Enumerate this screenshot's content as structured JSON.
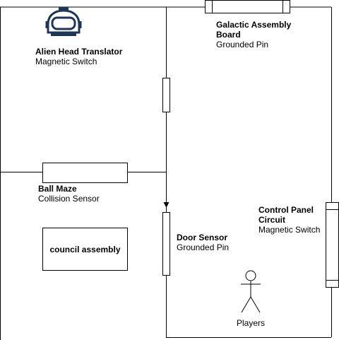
{
  "colors": {
    "stroke": "#000000",
    "fill": "#ffffff",
    "helmet": "#1f3556"
  },
  "components": {
    "alien_head": {
      "name": "Alien Head Translator",
      "type": "Magnetic Switch",
      "icon": "astronaut-helmet-icon"
    },
    "galactic": {
      "name_line1": "Galactic Assembly",
      "name_line2": "Board",
      "type": "Grounded Pin"
    },
    "ball_maze": {
      "name": "Ball Maze",
      "type": "Collision Sensor"
    },
    "council": {
      "name": "council assembly"
    },
    "door_sensor": {
      "name": "Door Sensor",
      "type": "Grounded Pin"
    },
    "control_panel": {
      "name_line1": "Control Panel",
      "name_line2": "Circuit",
      "type": "Magnetic Switch"
    },
    "players": {
      "name": "Players",
      "icon": "stick-figure-icon"
    }
  }
}
